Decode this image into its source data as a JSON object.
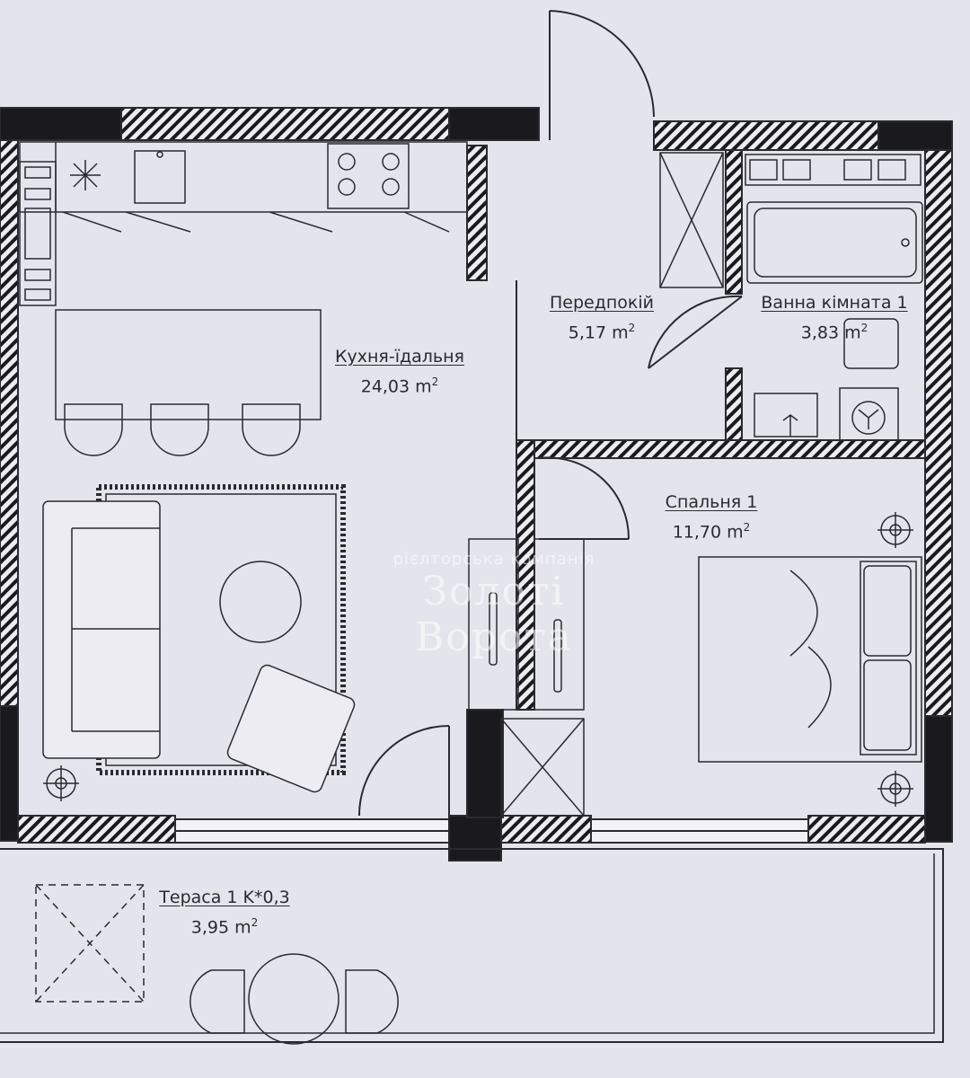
{
  "rooms": {
    "kitchen": {
      "name": "Кухня-їдальня",
      "area": "24,03 m",
      "unit_sup": "2"
    },
    "hallway": {
      "name": "Передпокій",
      "area": "5,17 m",
      "unit_sup": "2"
    },
    "bathroom": {
      "name": "Ванна кімната 1",
      "area": "3,83 m",
      "unit_sup": "2"
    },
    "bedroom": {
      "name": "Спальня 1",
      "area": "11,70 m",
      "unit_sup": "2"
    },
    "terrace": {
      "name": "Тераса 1 K*0,3",
      "area": "3,95 m",
      "unit_sup": "2"
    }
  },
  "watermark": {
    "subtitle": "рієлторська компанія",
    "brand": "Золоті Ворота"
  },
  "colors": {
    "background": "#e4e4ec",
    "line": "#2a2a30",
    "wall_fill": "#1a1a1e"
  }
}
